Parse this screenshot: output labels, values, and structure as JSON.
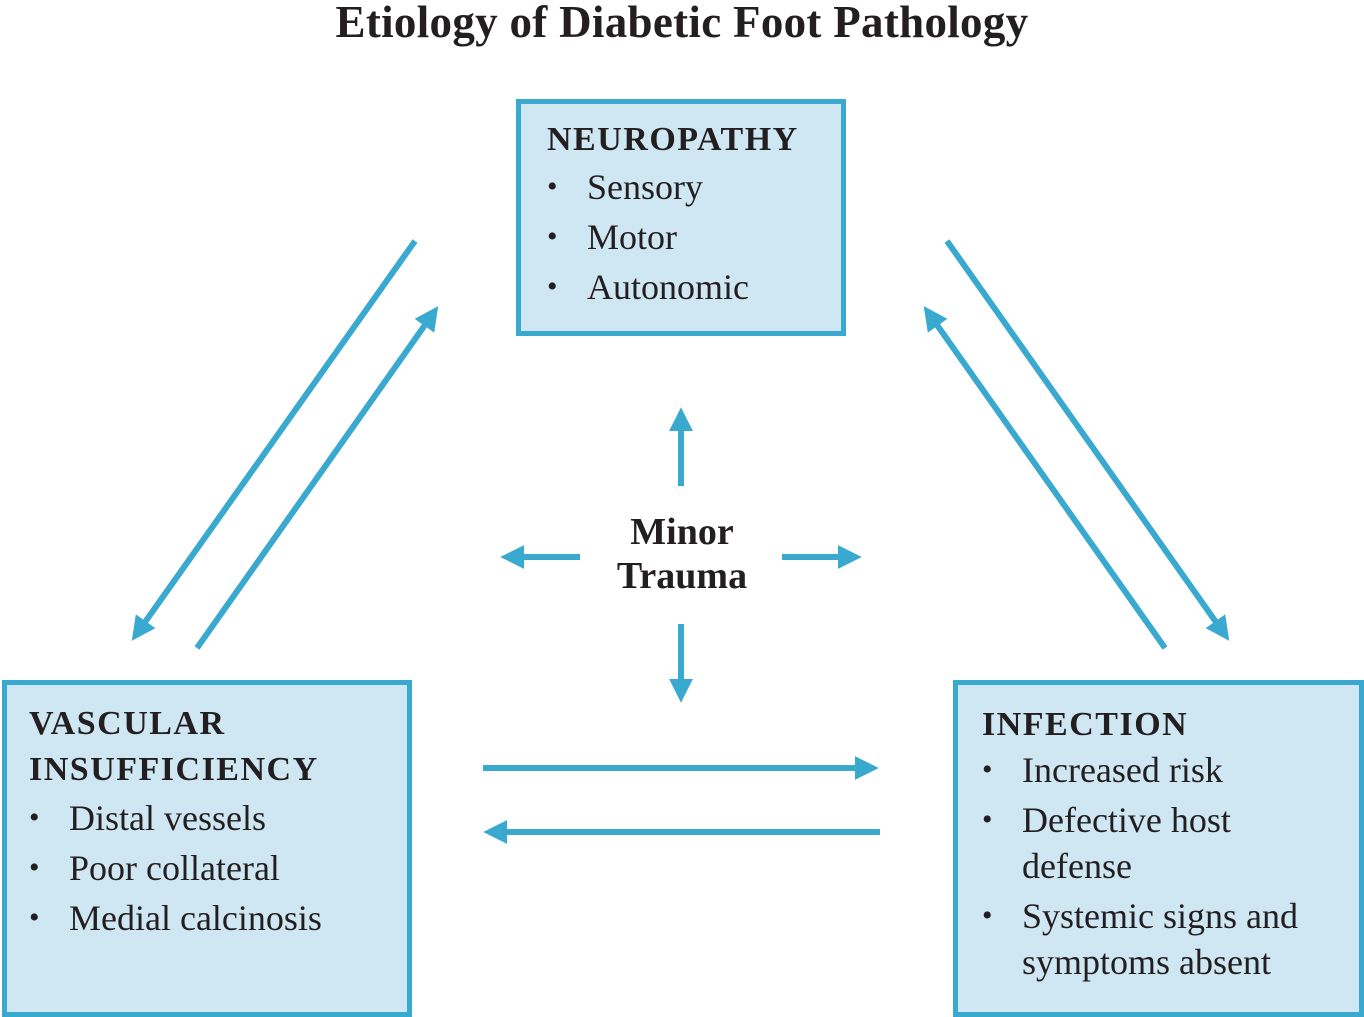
{
  "title": "Etiology of Diabetic Foot Pathology",
  "colors": {
    "box_fill": "#cfe6f3",
    "accent": "#3aa9d0",
    "text": "#231f20"
  },
  "center": {
    "line1": "Minor",
    "line2": "Trauma"
  },
  "nodes": {
    "neuropathy": {
      "heading": "NEUROPATHY",
      "items": [
        "Sensory",
        "Motor",
        "Autonomic"
      ]
    },
    "vascular": {
      "heading_line1": "VASCULAR",
      "heading_line2": "INSUFFICIENCY",
      "items": [
        "Distal vessels",
        "Poor collateral",
        "Medial calcinosis"
      ]
    },
    "infection": {
      "heading": "INFECTION",
      "items": [
        {
          "line1": "Increased risk"
        },
        {
          "line1": "Defective host",
          "line2": "defense"
        },
        {
          "line1": "Systemic signs and",
          "line2": "symptoms absent"
        }
      ]
    }
  },
  "bullet_glyph": "•",
  "relations": [
    {
      "from": "neuropathy",
      "to": "vascular"
    },
    {
      "from": "vascular",
      "to": "neuropathy"
    },
    {
      "from": "neuropathy",
      "to": "infection"
    },
    {
      "from": "infection",
      "to": "neuropathy"
    },
    {
      "from": "vascular",
      "to": "infection"
    },
    {
      "from": "infection",
      "to": "vascular"
    },
    {
      "from": "minor-trauma",
      "to": "up"
    },
    {
      "from": "minor-trauma",
      "to": "down"
    },
    {
      "from": "minor-trauma",
      "to": "left"
    },
    {
      "from": "minor-trauma",
      "to": "right"
    }
  ]
}
